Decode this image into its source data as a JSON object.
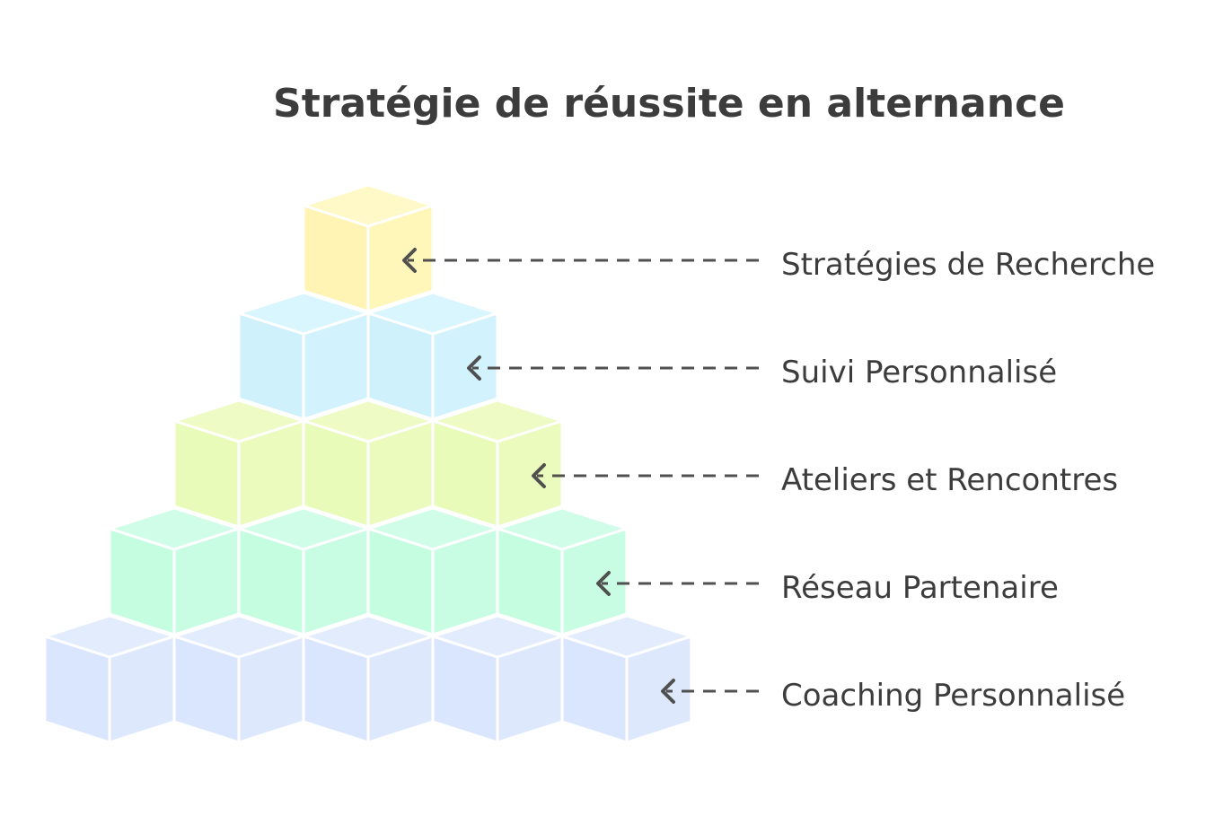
{
  "title": "Stratégie de réussite en alternance",
  "levels": [
    {
      "label": "Stratégies de Recherche",
      "blocks": 1,
      "color_top": "#fff9c7",
      "color_left": "#fff4b4",
      "color_right": "#fff6ba"
    },
    {
      "label": "Suivi Personnalisé",
      "blocks": 2,
      "color_top": "#d9f5fe",
      "color_left": "#cff1fc",
      "color_right": "#d2f2fd"
    },
    {
      "label": "Ateliers et Rencontres",
      "blocks": 3,
      "color_top": "#eefbc4",
      "color_left": "#e9fbb8",
      "color_right": "#ebfbbd"
    },
    {
      "label": "Réseau Partenaire",
      "blocks": 4,
      "color_top": "#d0fde7",
      "color_left": "#c5fde0",
      "color_right": "#c9fde3"
    },
    {
      "label": "Coaching Personnalisé",
      "blocks": 5,
      "color_top": "#e3ecfd",
      "color_left": "#dae6fd",
      "color_right": "#dde8fd"
    }
  ]
}
